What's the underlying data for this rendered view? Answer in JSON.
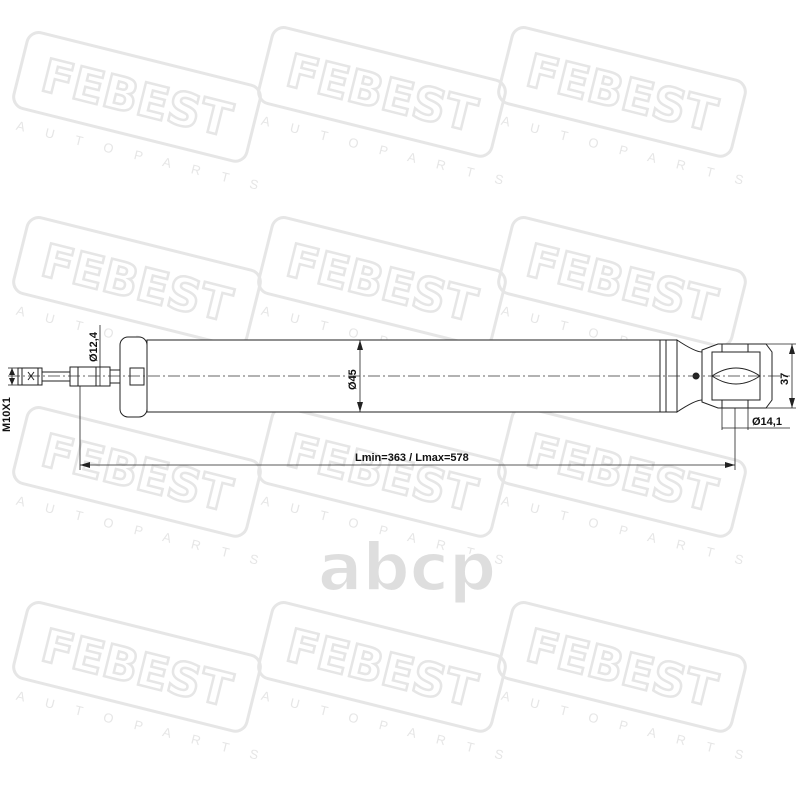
{
  "watermark": {
    "brand": "FEBEST",
    "subtitle": "A U T O   P A R T S",
    "color": "#e6e6e6"
  },
  "center_logo": {
    "text": "abcp",
    "color": "#dedede"
  },
  "dimensions": {
    "thread": "M10X1",
    "rod_diameter": "Ø12,4",
    "body_diameter": "Ø45",
    "eye_height": "37",
    "bushing_diameter": "Ø14,1",
    "length": "Lmin=363 / Lmax=578"
  },
  "line_color": "#222222"
}
